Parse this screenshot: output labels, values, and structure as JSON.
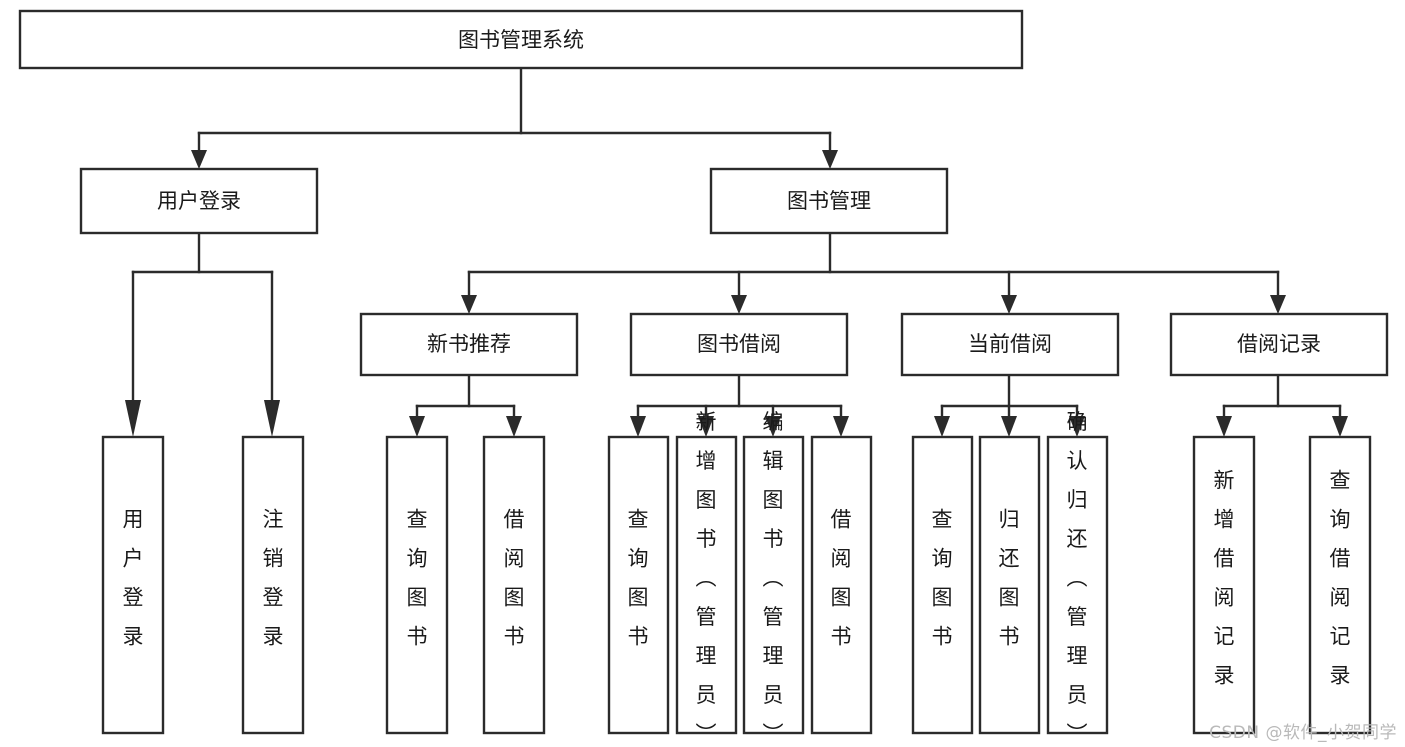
{
  "diagram": {
    "title": "图书管理系统",
    "watermark": "CSDN @软件_小贺同学",
    "colors": {
      "stroke": "#2b2b2b",
      "fill": "#ffffff",
      "text": "#1a1a1a",
      "watermark": "#b9b9b9"
    },
    "nodes": {
      "root": {
        "label": "图书管理系统",
        "orientation": "horizontal"
      },
      "level2": [
        {
          "id": "user-login",
          "label": "用户登录",
          "orientation": "horizontal"
        },
        {
          "id": "book-manage",
          "label": "图书管理",
          "orientation": "horizontal"
        }
      ],
      "level3": [
        {
          "id": "new-book-recommend",
          "label": "新书推荐",
          "orientation": "horizontal"
        },
        {
          "id": "book-borrow",
          "label": "图书借阅",
          "orientation": "horizontal"
        },
        {
          "id": "current-borrow",
          "label": "当前借阅",
          "orientation": "horizontal"
        },
        {
          "id": "borrow-record",
          "label": "借阅记录",
          "orientation": "horizontal"
        }
      ],
      "leaves": [
        {
          "id": "leaf-user-login",
          "label": "用户登录",
          "parent": "user-login",
          "orientation": "vertical"
        },
        {
          "id": "leaf-user-logout",
          "label": "注销登录",
          "parent": "user-login",
          "orientation": "vertical"
        },
        {
          "id": "leaf-query-book-1",
          "label": "查询图书",
          "parent": "new-book-recommend",
          "orientation": "vertical"
        },
        {
          "id": "leaf-borrow-book-1",
          "label": "借阅图书",
          "parent": "new-book-recommend",
          "orientation": "vertical"
        },
        {
          "id": "leaf-query-book-2",
          "label": "查询图书",
          "parent": "book-borrow",
          "orientation": "vertical"
        },
        {
          "id": "leaf-add-book",
          "label": "新增图书（管理员）",
          "parent": "book-borrow",
          "orientation": "vertical"
        },
        {
          "id": "leaf-edit-book",
          "label": "编辑图书（管理员）",
          "parent": "book-borrow",
          "orientation": "vertical"
        },
        {
          "id": "leaf-borrow-book-2",
          "label": "借阅图书",
          "parent": "book-borrow",
          "orientation": "vertical"
        },
        {
          "id": "leaf-query-book-3",
          "label": "查询图书",
          "parent": "current-borrow",
          "orientation": "vertical"
        },
        {
          "id": "leaf-return-book",
          "label": "归还图书",
          "parent": "current-borrow",
          "orientation": "vertical"
        },
        {
          "id": "leaf-confirm-return",
          "label": "确认归还（管理员）",
          "parent": "current-borrow",
          "orientation": "vertical"
        },
        {
          "id": "leaf-add-record",
          "label": "新增借阅记录",
          "parent": "borrow-record",
          "orientation": "vertical"
        },
        {
          "id": "leaf-query-record",
          "label": "查询借阅记录",
          "parent": "borrow-record",
          "orientation": "vertical"
        }
      ]
    }
  }
}
